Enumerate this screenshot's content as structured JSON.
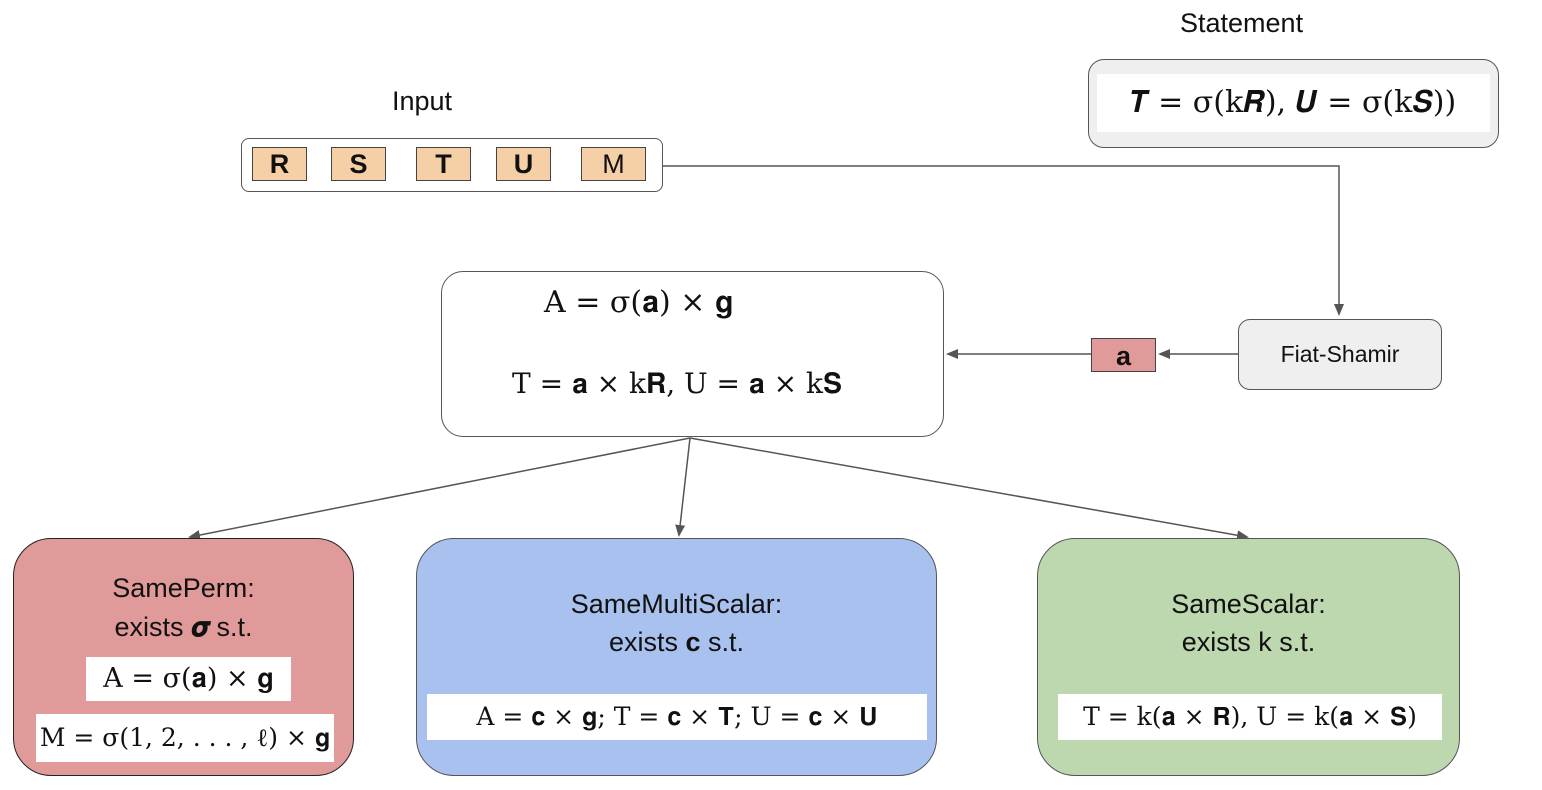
{
  "statement": {
    "title": "Statement",
    "formula": "𝑻 = σ(k𝑹),  𝑼 = σ(k𝑺))"
  },
  "input": {
    "title": "Input",
    "tokens": [
      "R",
      "S",
      "T",
      "U",
      "M"
    ]
  },
  "center_box": {
    "line1": "A = σ(𝐚) × 𝐠",
    "line2": "T = 𝐚 × k𝐑, U = 𝐚 × k𝐒"
  },
  "fiat_shamir": {
    "label": "Fiat-Shamir"
  },
  "challenge": {
    "label": "a"
  },
  "same_perm": {
    "title": "SamePerm:",
    "subtitle_prefix": "exists ",
    "subtitle_symbol": "𝝈",
    "subtitle_suffix": " s.t.",
    "formula1": "A = σ(𝐚) × 𝐠",
    "formula2": "M = σ(1, 2, . . . , ℓ) × 𝐠"
  },
  "same_multiscalar": {
    "title": "SameMultiScalar:",
    "subtitle_prefix": "exists ",
    "subtitle_symbol": "c",
    "subtitle_suffix": " s.t.",
    "formula": "A = 𝐜 × 𝐠;    T = 𝐜 × 𝐓;    U = 𝐜 × 𝐔"
  },
  "same_scalar": {
    "title": "SameScalar:",
    "subtitle": "exists k s.t.",
    "formula": "T = k(𝐚 × 𝐑), U = k(𝐚 × 𝐒)"
  },
  "colors": {
    "token_fill": "#f5cfa6",
    "challenge_fill": "#e09a9a",
    "same_perm_fill": "#e09a9a",
    "same_multiscalar_fill": "#a9c1ee",
    "same_scalar_fill": "#bdd7ae",
    "statement_fill": "#efefef",
    "fiat_shamir_fill": "#efefef",
    "edge": "#555555"
  }
}
